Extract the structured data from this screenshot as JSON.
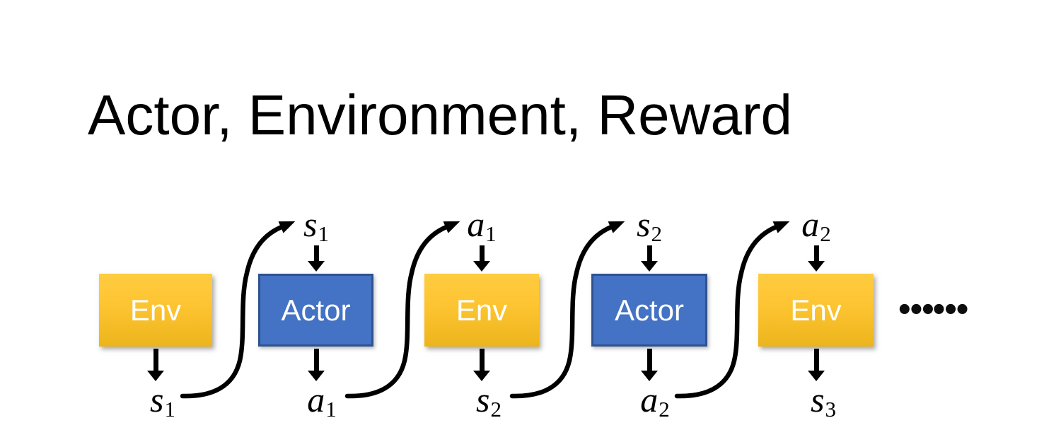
{
  "title": "Actor, Environment, Reward",
  "diagram": {
    "boxes": [
      {
        "type": "env",
        "label": "Env"
      },
      {
        "type": "actor",
        "label": "Actor"
      },
      {
        "type": "env",
        "label": "Env"
      },
      {
        "type": "actor",
        "label": "Actor"
      },
      {
        "type": "env",
        "label": "Env"
      }
    ],
    "top_labels": [
      {
        "base": "s",
        "sub": "1"
      },
      {
        "base": "a",
        "sub": "1"
      },
      {
        "base": "s",
        "sub": "2"
      },
      {
        "base": "a",
        "sub": "2"
      }
    ],
    "bottom_labels": [
      {
        "base": "s",
        "sub": "1"
      },
      {
        "base": "a",
        "sub": "1"
      },
      {
        "base": "s",
        "sub": "2"
      },
      {
        "base": "a",
        "sub": "2"
      },
      {
        "base": "s",
        "sub": "3"
      }
    ],
    "ellipsis": "••• •••",
    "colors": {
      "background": "#FFFFFF",
      "title_text": "#000000",
      "box_text": "#FFFFFF",
      "env_gradient_top": "#FFCC40",
      "env_gradient_bottom": "#ECB41C",
      "actor_fill": "#4472C4",
      "actor_border": "#2F528F",
      "arrow": "#000000"
    }
  }
}
